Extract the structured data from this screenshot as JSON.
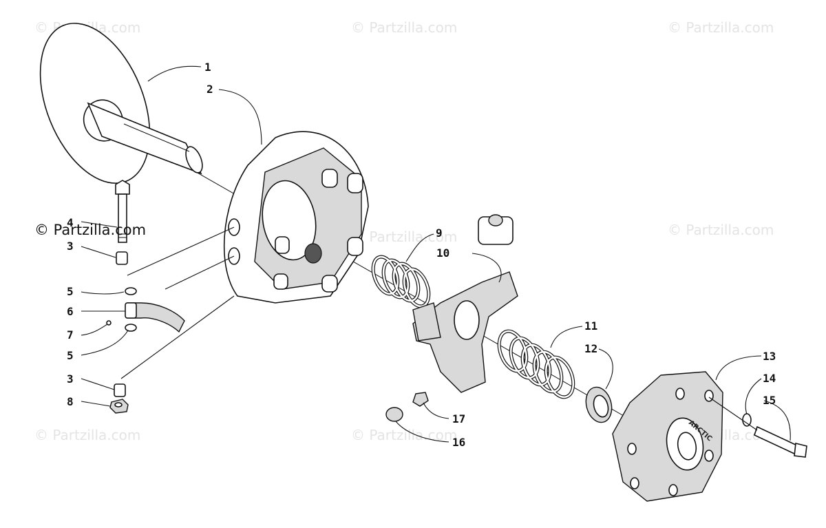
{
  "watermark": "© Partzilla.com",
  "watermark_prominent": "© Partzilla.com",
  "callouts": [
    {
      "id": "1",
      "label": "1"
    },
    {
      "id": "2",
      "label": "2"
    },
    {
      "id": "4",
      "label": "4"
    },
    {
      "id": "3a",
      "label": "3"
    },
    {
      "id": "5a",
      "label": "5"
    },
    {
      "id": "6",
      "label": "6"
    },
    {
      "id": "7",
      "label": "7"
    },
    {
      "id": "5b",
      "label": "5"
    },
    {
      "id": "3b",
      "label": "3"
    },
    {
      "id": "8",
      "label": "8"
    },
    {
      "id": "9",
      "label": "9"
    },
    {
      "id": "10",
      "label": "10"
    },
    {
      "id": "11",
      "label": "11"
    },
    {
      "id": "12",
      "label": "12"
    },
    {
      "id": "13",
      "label": "13"
    },
    {
      "id": "14",
      "label": "14"
    },
    {
      "id": "15",
      "label": "15"
    },
    {
      "id": "17",
      "label": "17"
    },
    {
      "id": "16",
      "label": "16"
    }
  ],
  "cover_logo": "ARCTIC"
}
